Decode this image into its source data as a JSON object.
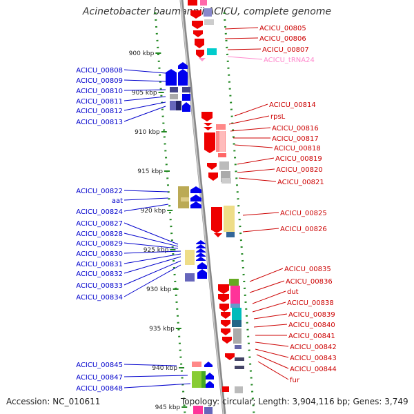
{
  "title": "Acinetobacter baumannii ACICU, complete genome",
  "footer": {
    "accession": "Accession: NC_010611",
    "topology": "Topology: circular; Length: 3,904,116 bp; Genes: 3,749"
  },
  "ruler": [
    "900 kbp",
    "905 kbp",
    "910 kbp",
    "915 kbp",
    "920 kbp",
    "925 kbp",
    "930 kbp",
    "935 kbp",
    "940 kbp",
    "945 kbp"
  ],
  "colors": {
    "left_labels": "#0000cc",
    "right_labels": "#cc0000",
    "trna_label": "#ff88cc",
    "backbone": "#999999",
    "ruler_dots": "#228822"
  },
  "left_genes": [
    "ACICU_00808",
    "ACICU_00809",
    "ACICU_00810",
    "ACICU_00811",
    "ACICU_00812",
    "ACICU_00813",
    "ACICU_00822",
    "aat",
    "ACICU_00824",
    "ACICU_00827",
    "ACICU_00828",
    "ACICU_00829",
    "ACICU_00830",
    "ACICU_00831",
    "ACICU_00832",
    "ACICU_00833",
    "ACICU_00834",
    "ACICU_00845",
    "ACICU_00847",
    "ACICU_00848"
  ],
  "right_genes": [
    "ACICU_00805",
    "ACICU_00806",
    "ACICU_00807",
    "ACICU_tRNA24",
    "ACICU_00814",
    "rpsL",
    "ACICU_00816",
    "ACICU_00817",
    "ACICU_00818",
    "ACICU_00819",
    "ACICU_00820",
    "ACICU_00821",
    "ACICU_00825",
    "ACICU_00826",
    "ACICU_00835",
    "ACICU_00836",
    "dut",
    "ACICU_00838",
    "ACICU_00839",
    "ACICU_00840",
    "ACICU_00841",
    "ACICU_00842",
    "ACICU_00843",
    "ACICU_00844",
    "fur"
  ]
}
